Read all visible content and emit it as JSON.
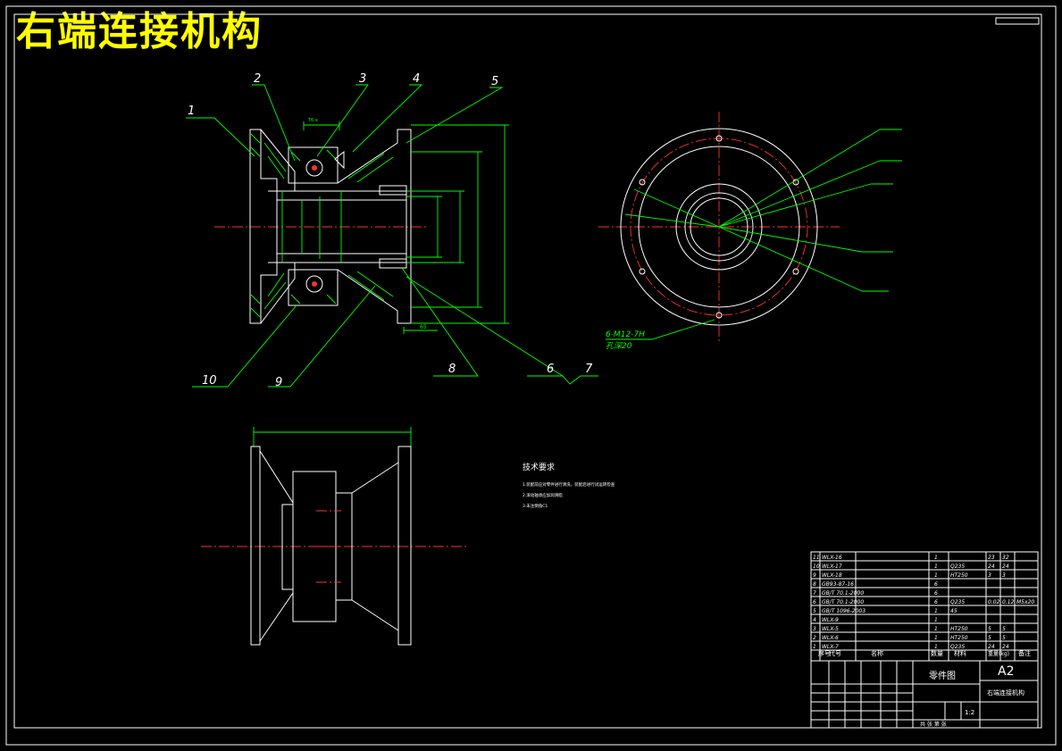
{
  "title": "右端连接机构",
  "colors": {
    "background": "#000000",
    "title": "#ffff00",
    "outline": "#ffffff",
    "dimension": "#00ff00",
    "centerline": "#ff3030"
  },
  "balloons": [
    "1",
    "2",
    "3",
    "4",
    "5",
    "6",
    "7",
    "8",
    "9",
    "10"
  ],
  "thread_note": {
    "line1": "6-M12-7H",
    "line2": "孔深20"
  },
  "tech_requirements": {
    "heading": "技术要求",
    "items": [
      "1.装配前应对零件进行清洗，装配后进行试运转检查",
      "2.滚动轴承应加润滑脂",
      "3.未注倒角C1"
    ]
  },
  "parts_table": {
    "rows": [
      [
        "11",
        "WLX-16",
        "",
        "1",
        "",
        "23",
        "32",
        ""
      ],
      [
        "10",
        "WLX-17",
        "",
        "1",
        "Q235",
        "24",
        "24",
        ""
      ],
      [
        "9",
        "WLX-18",
        "",
        "1",
        "HT250",
        "3",
        "3",
        ""
      ],
      [
        "8",
        "GB93-87-16",
        "",
        "6",
        "",
        "",
        "",
        ""
      ],
      [
        "7",
        "GB/T 70.1-2000",
        "",
        "6",
        "",
        "",
        "",
        ""
      ],
      [
        "6",
        "GB/T 70.1-2000",
        "",
        "6",
        "Q235",
        "0.02",
        "0.12",
        "M5x20"
      ],
      [
        "5",
        "GB/T 1096-2003",
        "",
        "1",
        "45",
        "",
        "",
        ""
      ],
      [
        "4",
        "WLX-9",
        "",
        "1",
        "",
        "",
        "",
        ""
      ],
      [
        "3",
        "WLX-5",
        "",
        "1",
        "HT250",
        "5",
        "5",
        ""
      ],
      [
        "2",
        "WLX-6",
        "",
        "1",
        "HT250",
        "5",
        "5",
        ""
      ],
      [
        "1",
        "WLX-7",
        "",
        "1",
        "Q235",
        "24",
        "24",
        ""
      ]
    ],
    "header": {
      "no": "序号",
      "code": "代号",
      "name": "名称",
      "qty": "数量",
      "material": "材料",
      "weight": "重量(kg)",
      "remark": "备注"
    }
  },
  "title_block": {
    "drawing_type": "零件图",
    "sheet_size": "A2",
    "drawing_name": "右端连接机构",
    "scale": "1:2",
    "sheet_label": "共  张  第  张"
  }
}
